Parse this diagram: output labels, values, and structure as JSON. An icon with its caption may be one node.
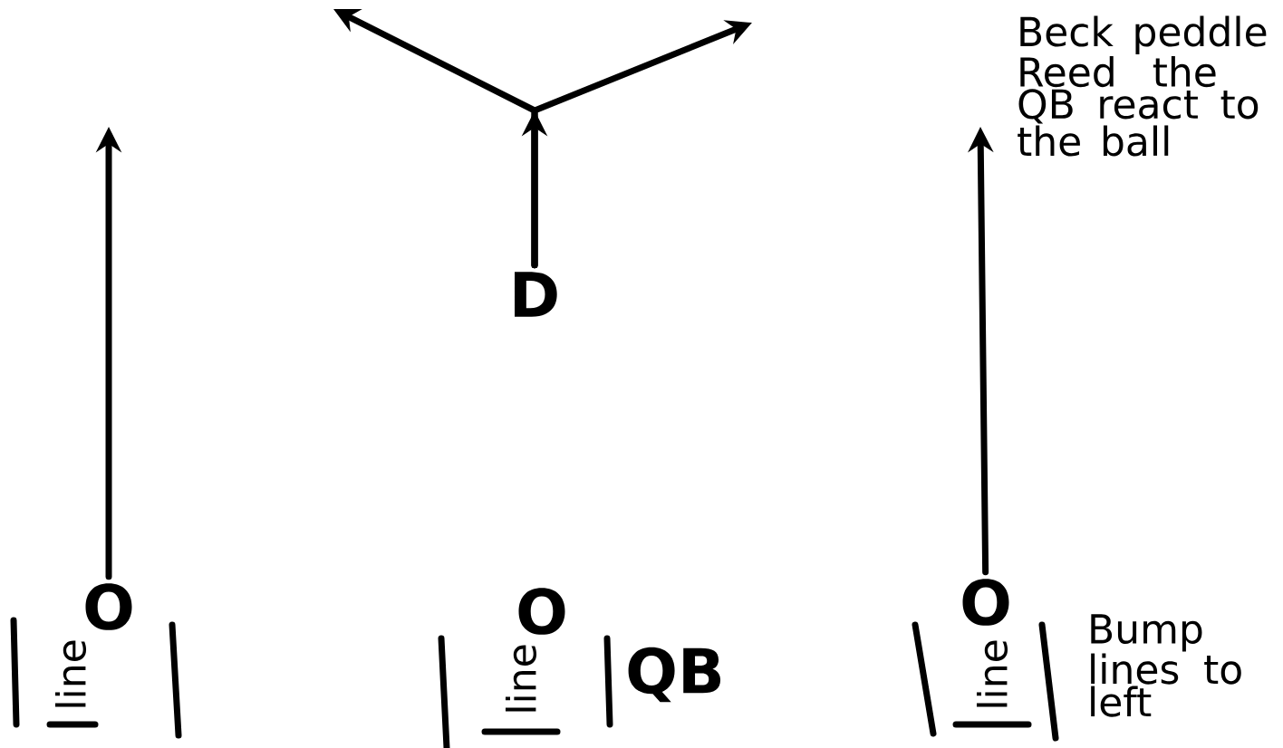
{
  "diagram": {
    "nodes": [
      {
        "text": [
          "O"
        ]
      },
      {
        "text": [
          "O"
        ]
      },
      {
        "text": [
          "O"
        ]
      },
      {
        "text": [
          "D"
        ]
      }
    ],
    "edges": [
      {
        "from": 0,
        "to": null,
        "arrow": "to"
      },
      {
        "from": 2,
        "to": null,
        "arrow": "to"
      },
      {
        "from": 3,
        "to": null,
        "arrow": "to"
      },
      {
        "from": 3,
        "to": null,
        "arrow": "to"
      },
      {
        "from": 3,
        "to": null,
        "arrow": "to"
      }
    ],
    "labels": [
      "Beck peddle Reed the QB react to the ball",
      "line",
      "line",
      "QB",
      "line",
      "Bump lines to left"
    ]
  }
}
